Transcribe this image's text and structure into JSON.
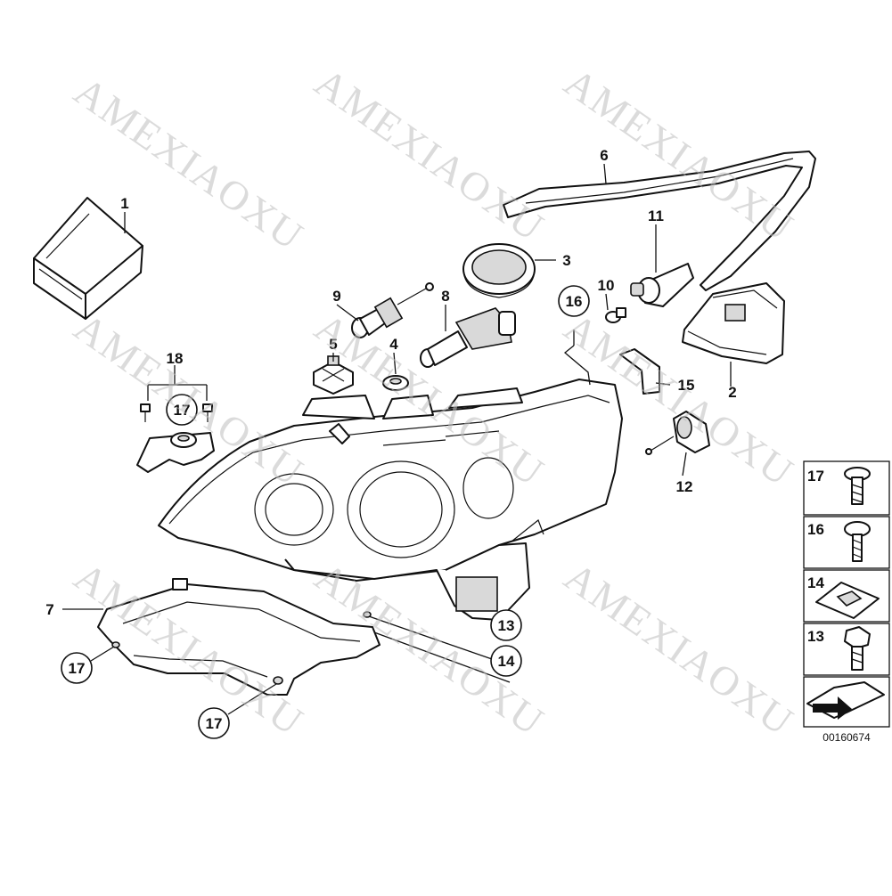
{
  "watermark": "AMEXIAOXU",
  "catalog_number": "00160674",
  "callouts": {
    "c1": "1",
    "c2": "2",
    "c3": "3",
    "c4": "4",
    "c5": "5",
    "c6": "6",
    "c7": "7",
    "c8": "8",
    "c9": "9",
    "c10": "10",
    "c11": "11",
    "c12": "12",
    "c13": "13",
    "c14": "14",
    "c15": "15",
    "c16": "16",
    "c17a": "17",
    "c17b": "17",
    "c17c": "17",
    "c18": "18"
  },
  "legend": [
    {
      "number": "17",
      "icon": "torx-screw-icon"
    },
    {
      "number": "16",
      "icon": "pan-screw-icon"
    },
    {
      "number": "14",
      "icon": "clip-nut-icon"
    },
    {
      "number": "13",
      "icon": "hex-flange-bolt-icon"
    }
  ],
  "legend_arrow_icon": "direction-arrow-icon"
}
